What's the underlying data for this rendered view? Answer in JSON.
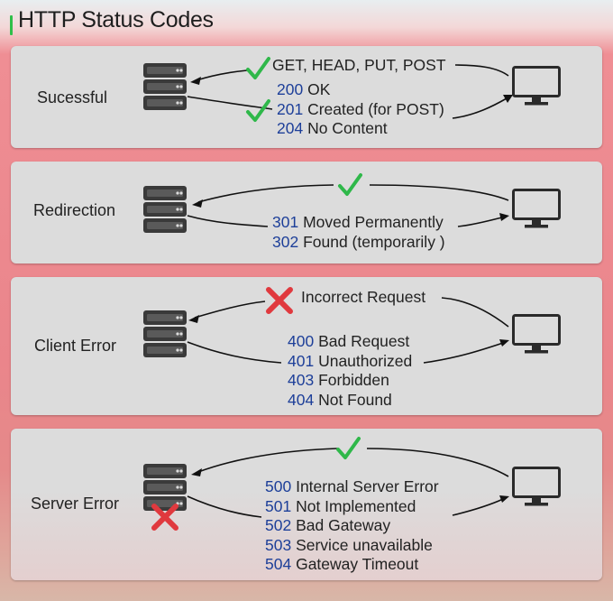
{
  "title": "HTTP Status Codes",
  "panels": [
    {
      "category": "Sucessful",
      "request_label": "GET, HEAD, PUT, POST",
      "codes": [
        {
          "code": "200",
          "text": "OK"
        },
        {
          "code": "201",
          "text": "Created (for POST)"
        },
        {
          "code": "204",
          "text": "No Content"
        }
      ]
    },
    {
      "category": "Redirection",
      "codes": [
        {
          "code": "301",
          "text": "Moved Permanently"
        },
        {
          "code": "302",
          "text": "Found (temporarily )"
        }
      ]
    },
    {
      "category": "Client Error",
      "request_label": "Incorrect Request",
      "codes": [
        {
          "code": "400",
          "text": "Bad Request"
        },
        {
          "code": "401",
          "text": "Unauthorized"
        },
        {
          "code": "403",
          "text": "Forbidden"
        },
        {
          "code": "404",
          "text": "Not Found"
        }
      ]
    },
    {
      "category": "Server Error",
      "codes": [
        {
          "code": "500",
          "text": "Internal Server Error"
        },
        {
          "code": "501",
          "text": "Not Implemented"
        },
        {
          "code": "502",
          "text": "Bad Gateway"
        },
        {
          "code": "503",
          "text": "Service unavailable"
        },
        {
          "code": "504",
          "text": "Gateway Timeout"
        }
      ]
    }
  ],
  "colors": {
    "code_number": "#1d3f99",
    "check": "#2fb84a",
    "cross": "#e0393e",
    "panel": "#dcdcdc"
  },
  "icons": [
    "server-icon",
    "monitor-icon",
    "checkmark-icon",
    "cross-icon"
  ]
}
